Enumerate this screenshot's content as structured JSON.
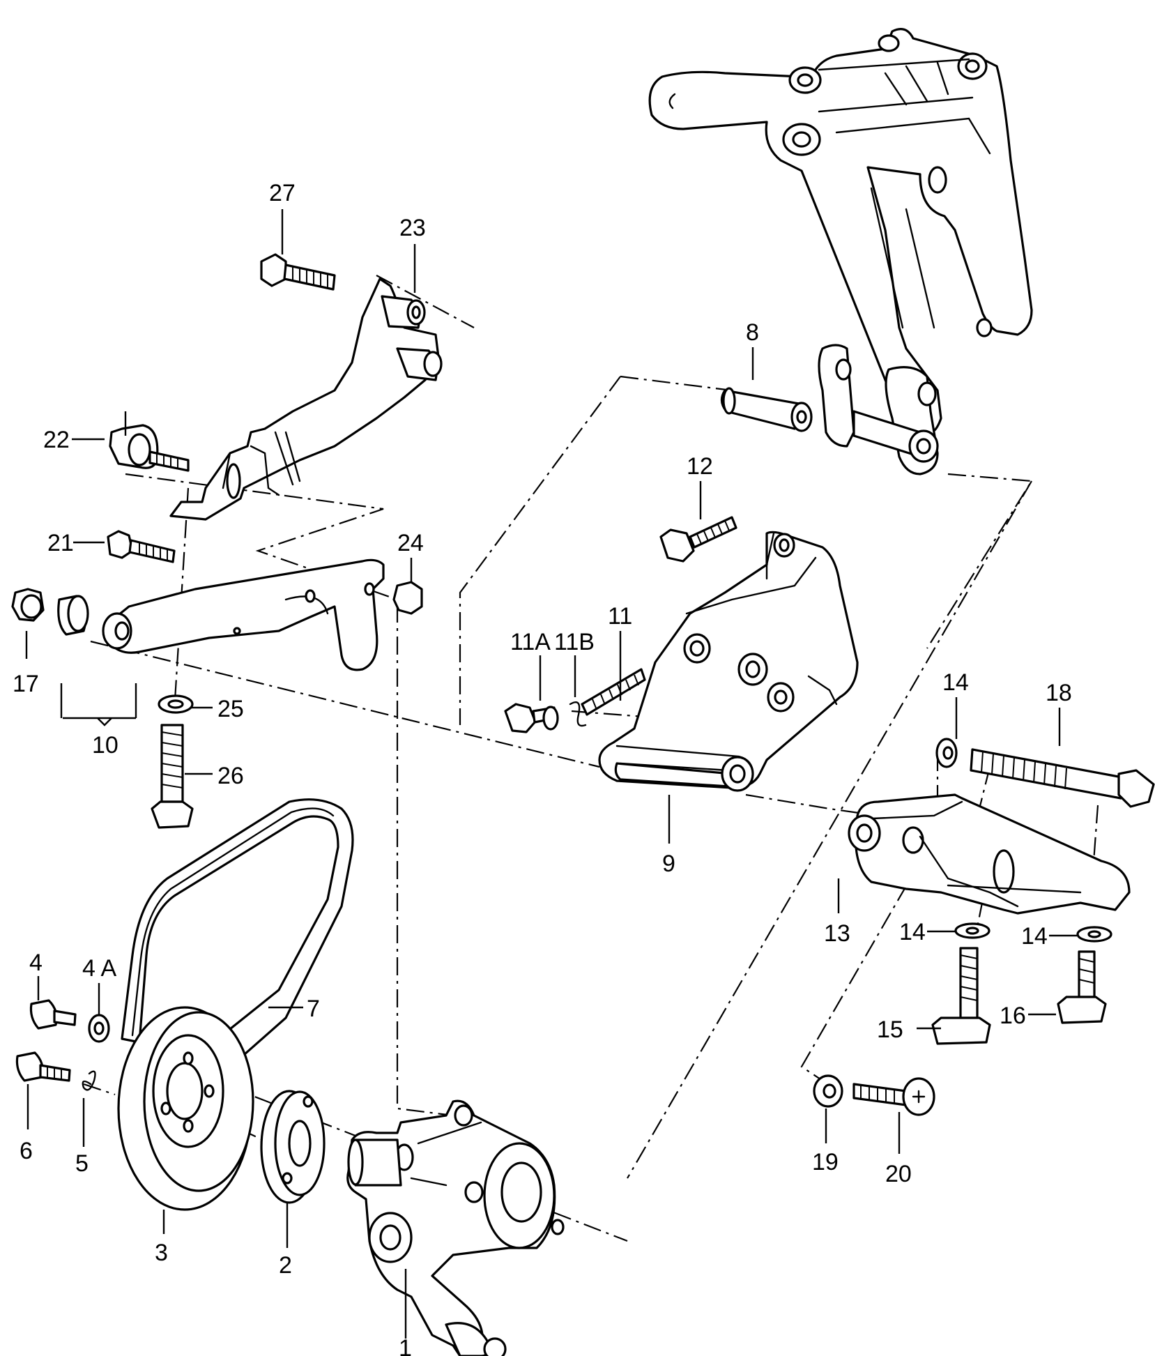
{
  "diagram": {
    "callouts": {
      "c1": "1",
      "c2": "2",
      "c3": "3",
      "c4": "4",
      "c4A": "4 A",
      "c5": "5",
      "c6": "6",
      "c7": "7",
      "c8": "8",
      "c9": "9",
      "c10": "10",
      "c11": "11",
      "c11A": "11A",
      "c11B": "11B",
      "c12": "12",
      "c13": "13",
      "c14a": "14",
      "c14b": "14",
      "c14c": "14",
      "c15": "15",
      "c16": "16",
      "c17": "17",
      "c18": "18",
      "c19": "19",
      "c20": "20",
      "c21": "21",
      "c22": "22",
      "c23": "23",
      "c24": "24",
      "c25": "25",
      "c26": "26",
      "c27": "27"
    }
  }
}
